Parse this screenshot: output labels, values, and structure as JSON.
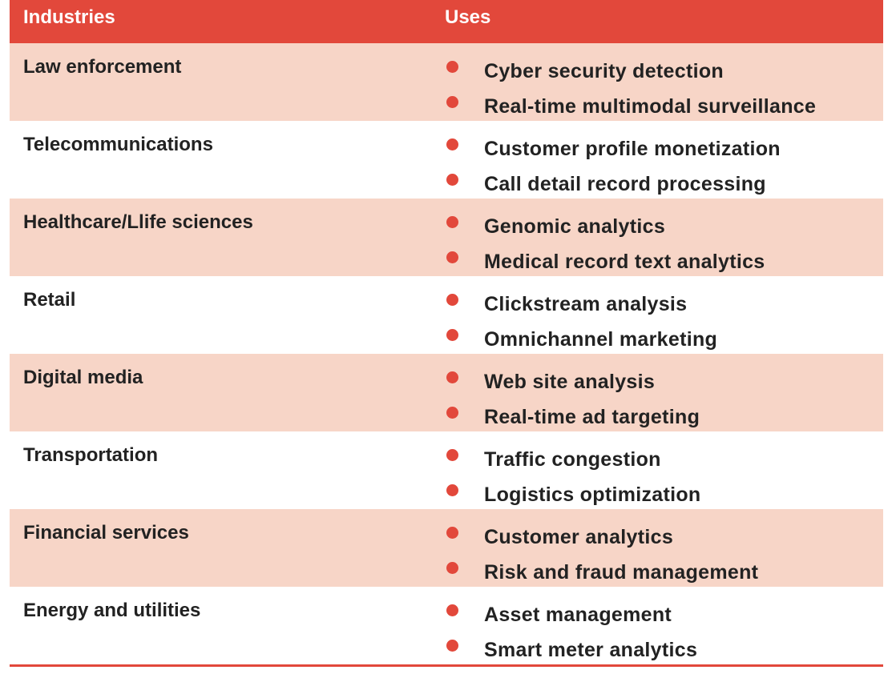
{
  "header": {
    "industries_label": "Industries",
    "uses_label": "Uses"
  },
  "rows": [
    {
      "industry": "Law enforcement",
      "uses": [
        "Cyber security detection",
        "Real-time multimodal surveillance"
      ]
    },
    {
      "industry": "Telecommunications",
      "uses": [
        "Customer profile monetization",
        "Call detail record processing"
      ]
    },
    {
      "industry": "Healthcare/Llife sciences",
      "uses": [
        "Genomic analytics",
        "Medical record text analytics"
      ]
    },
    {
      "industry": "Retail",
      "uses": [
        "Clickstream analysis",
        "Omnichannel marketing"
      ]
    },
    {
      "industry": "Digital media",
      "uses": [
        "Web site analysis",
        "Real-time ad targeting"
      ]
    },
    {
      "industry": "Transportation",
      "uses": [
        "Traffic congestion",
        "Logistics optimization"
      ]
    },
    {
      "industry": "Financial services",
      "uses": [
        "Customer analytics",
        "Risk and fraud management"
      ]
    },
    {
      "industry": "Energy and utilities",
      "uses": [
        "Asset management",
        "Smart meter analytics"
      ]
    }
  ],
  "colors": {
    "accent": "#e2483b",
    "shaded_row": "#f7d5c7"
  }
}
